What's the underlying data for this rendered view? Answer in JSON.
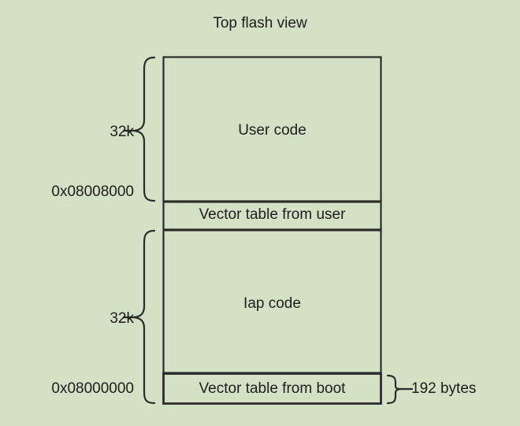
{
  "diagram": {
    "title": "Top flash view",
    "background_color": "#d5e1c5",
    "line_color": "#2b2b2b",
    "text_color": "#1d1d1d",
    "regions": [
      {
        "id": "user-code",
        "label": "User code",
        "size_label": "32k",
        "start_address": "0x08008000"
      },
      {
        "id": "vector-table-user",
        "label": "Vector table from user"
      },
      {
        "id": "iap-code",
        "label": "Iap code",
        "size_label": "32k",
        "start_address": "0x08000000"
      },
      {
        "id": "vector-table-boot",
        "label": "Vector table from boot",
        "size_label": "192 bytes"
      }
    ],
    "labels": {
      "size_top": "32k",
      "size_bottom": "32k",
      "address_upper": "0x08008000",
      "address_lower": "0x08000000",
      "vector_table_size": "192 bytes",
      "user_code": "User code",
      "vector_table_user": "Vector table from user",
      "iap_code": "Iap code",
      "vector_table_boot": "Vector table from boot"
    }
  }
}
